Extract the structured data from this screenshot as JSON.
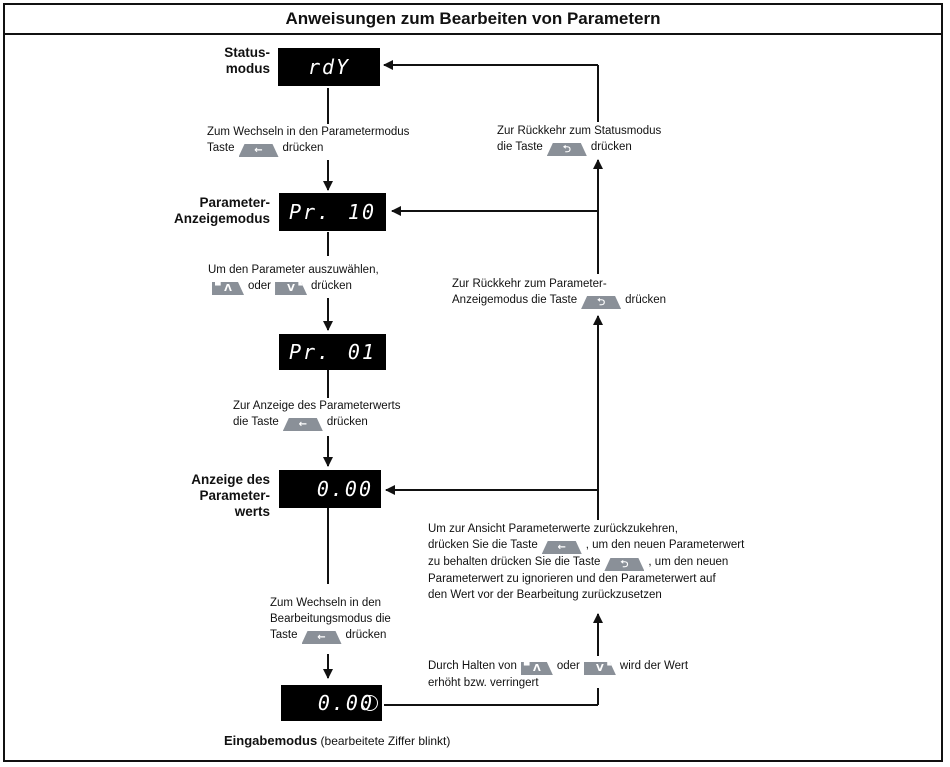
{
  "title": "Anweisungen zum Bearbeiten von Parametern",
  "modes": {
    "status_l1": "Status-",
    "status_l2": "modus",
    "param_display_l1": "Parameter-",
    "param_display_l2": "Anzeigemodus",
    "value_display_l1": "Anzeige des",
    "value_display_l2": "Parameter-",
    "value_display_l3": "werts",
    "edit_mode": "Eingabemodus",
    "edit_mode_note": "(bearbeitete Ziffer blinkt)"
  },
  "displays": {
    "status": "rdY",
    "param_prefix": "Pr.",
    "param_number": "10",
    "param_number_selected": "01",
    "value": "0.00",
    "edit_value": "0.00"
  },
  "keys": {
    "enter_glyph": "←",
    "escape_glyph": "⮌",
    "up_glyph": "Λ",
    "down_glyph": "V"
  },
  "notes": {
    "n1_l1": "Zum Wechseln in den Parametermodus",
    "n1_a": "Taste",
    "n1_b": "drücken",
    "n2_l1": "Um den Parameter auszuwählen,",
    "n2_a": "oder",
    "n2_b": "drücken",
    "n3_l1": "Zur Anzeige des Parameterwerts",
    "n3_a": "die Taste",
    "n3_b": "drücken",
    "n4_l1": "Zum Wechseln in den",
    "n4_l2": "Bearbeitungsmodus die",
    "n4_a": "Taste",
    "n4_b": "drücken",
    "r1_l1": "Zur Rückkehr zum Statusmodus",
    "r1_a": "die Taste",
    "r1_b": "drücken",
    "r2_l1": "Zur Rückkehr zum Parameter-",
    "r2_a": "Anzeigemodus die Taste",
    "r2_b": "drücken",
    "r3_l1": "Um zur Ansicht Parameterwerte zurückzukehren,",
    "r3_a": "drücken Sie die Taste",
    "r3_b": ", um den neuen Parameterwert",
    "r3_c": "zu behalten drücken Sie die Taste",
    "r3_d": ", um den neuen",
    "r3_l4": "Parameterwert zu ignorieren und den Parameterwert auf",
    "r3_l5": "den Wert vor der Bearbeitung zurückzusetzen",
    "r4_a": "Durch Halten von",
    "r4_b": "oder",
    "r4_c": "wird der Wert",
    "r4_l2": "erhöht bzw. verringert"
  }
}
